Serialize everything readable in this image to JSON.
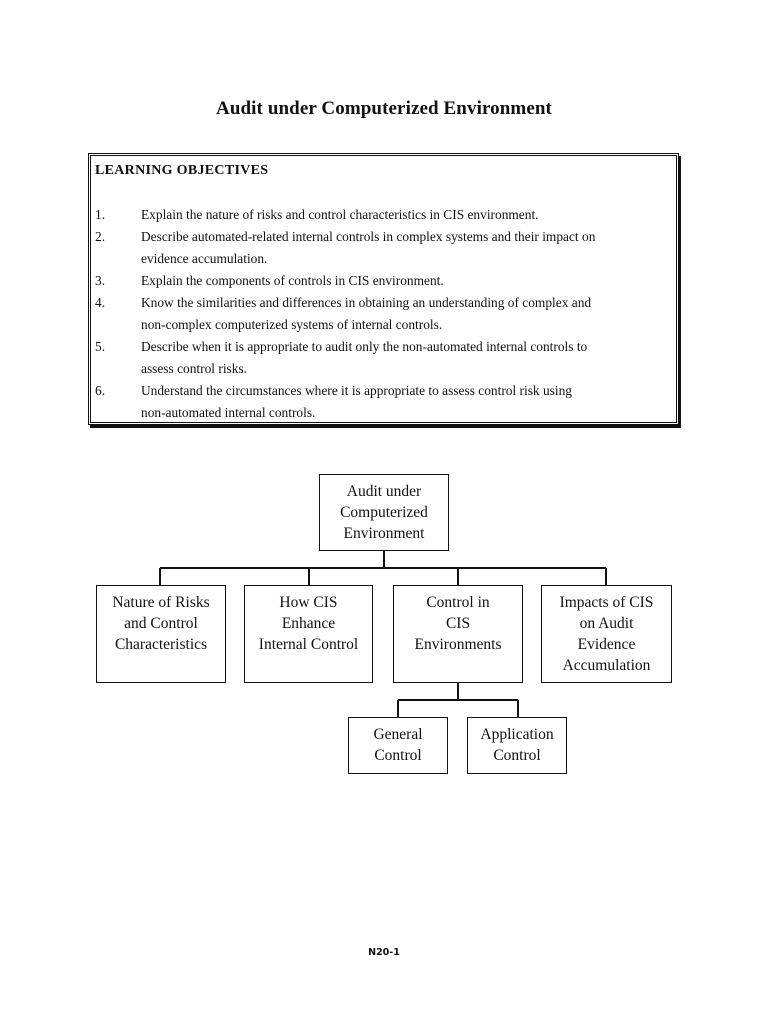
{
  "title": "Audit under Computerized Environment",
  "objectives": {
    "heading": "LEARNING OBJECTIVES",
    "items": [
      {
        "num": "1.",
        "lines": [
          "Explain the nature of risks and control characteristics in CIS environment."
        ]
      },
      {
        "num": "2.",
        "lines": [
          "Describe automated-related internal controls in complex systems and their impact on",
          "evidence accumulation."
        ]
      },
      {
        "num": "3.",
        "lines": [
          "Explain the components of controls in CIS environment."
        ]
      },
      {
        "num": "4.",
        "lines": [
          "Know the similarities and differences in obtaining an understanding of complex and",
          "non-complex computerized systems of internal controls."
        ]
      },
      {
        "num": "5.",
        "lines": [
          "Describe when it is appropriate to audit only the non-automated internal controls to",
          "assess control risks."
        ]
      },
      {
        "num": "6.",
        "lines": [
          "Understand the circumstances where it is appropriate to assess control risk using",
          "non-automated internal controls."
        ]
      }
    ]
  },
  "diagram": {
    "root": {
      "lines": [
        "Audit under",
        "Computerized",
        "Environment"
      ]
    },
    "children": [
      {
        "lines": [
          "Nature of Risks",
          "and Control",
          "Characteristics"
        ]
      },
      {
        "lines": [
          "How CIS",
          "Enhance",
          "Internal Control"
        ]
      },
      {
        "lines": [
          "Control in",
          "CIS",
          "Environments"
        ]
      },
      {
        "lines": [
          "Impacts of CIS",
          "on Audit",
          "Evidence",
          "Accumulation"
        ]
      }
    ],
    "grandchildren": [
      {
        "lines": [
          "General",
          "Control"
        ]
      },
      {
        "lines": [
          "Application",
          "Control"
        ]
      }
    ]
  },
  "footer": "N20-1"
}
